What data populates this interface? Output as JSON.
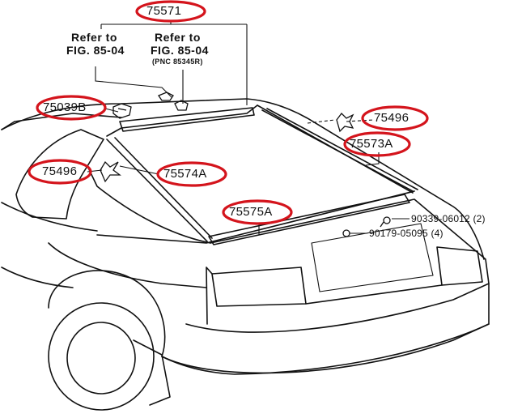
{
  "colors": {
    "line": "#111111",
    "highlight": "#d4141c",
    "background": "#ffffff"
  },
  "parts": {
    "p75571": "75571",
    "p75039B": "75039B",
    "p75496_right": "75496",
    "p75573A": "75573A",
    "p75496_left": "75496",
    "p75574A": "75574A",
    "p75575A": "75575A"
  },
  "refs": {
    "ref1_line1": "Refer to",
    "ref1_line2": "FIG. 85-04",
    "ref2_line1": "Refer to",
    "ref2_line2": "FIG. 85-04",
    "ref2_pnc": "(PNC 85345R)"
  },
  "fasteners": {
    "f1": "90339-06012 (2)",
    "f2": "90179-05095 (4)"
  }
}
